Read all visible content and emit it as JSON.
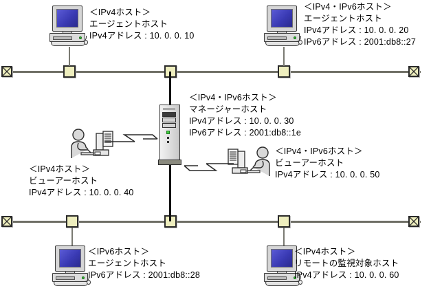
{
  "diagram": {
    "title": "SNMP network configuration diagram",
    "colors": {
      "connector_fill": "#eeeebe",
      "connector_border": "#2b2b2b",
      "bus_line": "#6f6f66",
      "trunk_line": "#111111",
      "screen_blue": "#3a3ab4",
      "server_led_green": "#3ecf3e"
    }
  },
  "nodes": {
    "agent_host_top_left": {
      "icon": "desktop-pc-icon",
      "type_label": "＜IPv4ホスト＞",
      "role_label": "エージェントホスト",
      "address_lines": [
        "IPv4アドレス : 10. 0. 0. 10"
      ]
    },
    "agent_host_top_right": {
      "icon": "desktop-pc-icon",
      "type_label": "＜IPv4・IPv6ホスト＞",
      "role_label": "エージェントホスト",
      "address_lines": [
        "IPv4アドレス : 10. 0. 0. 20",
        "IPv6アドレス : 2001:db8::27"
      ]
    },
    "manager_host_center": {
      "icon": "server-tower-icon",
      "type_label": "＜IPv4・IPv6ホスト＞",
      "role_label": "マネージャーホスト",
      "address_lines": [
        "IPv4アドレス : 10. 0. 0. 30",
        "IPv6アドレス : 2001:db8::1e"
      ]
    },
    "viewer_host_left": {
      "icon": "person-workstation-icon",
      "type_label": "＜IPv4ホスト＞",
      "role_label": "ビューアーホスト",
      "address_lines": [
        "IPv4アドレス : 10. 0. 0. 40"
      ]
    },
    "viewer_host_right": {
      "icon": "person-workstation-icon-mirrored",
      "type_label": "＜IPv4・IPv6ホスト＞",
      "role_label": "ビューアーホスト",
      "address_lines": [
        "IPv4アドレス : 10. 0. 0. 50"
      ]
    },
    "agent_host_bottom_left": {
      "icon": "desktop-pc-icon",
      "type_label": "＜IPv6ホスト＞",
      "role_label": "エージェントホスト",
      "address_lines": [
        "IPv6アドレス : 2001:db8::28"
      ]
    },
    "remote_monitored_host_bottom_right": {
      "icon": "desktop-pc-icon",
      "type_label": "＜IPv4ホスト＞",
      "role_label": "リモートの監視対象ホスト",
      "address_lines": [
        "IPv4アドレス : 10. 0. 0. 60"
      ]
    }
  },
  "network": {
    "top_segment": {
      "name": "top-bus-segment",
      "terminator_left": "bus-terminator-icon",
      "terminator_right": "bus-terminator-icon",
      "taps": 3
    },
    "bottom_segment": {
      "name": "bottom-bus-segment",
      "terminator_left": "bus-terminator-icon",
      "terminator_right": "bus-terminator-icon",
      "taps": 3
    },
    "trunk": {
      "name": "vertical-trunk-line"
    }
  }
}
